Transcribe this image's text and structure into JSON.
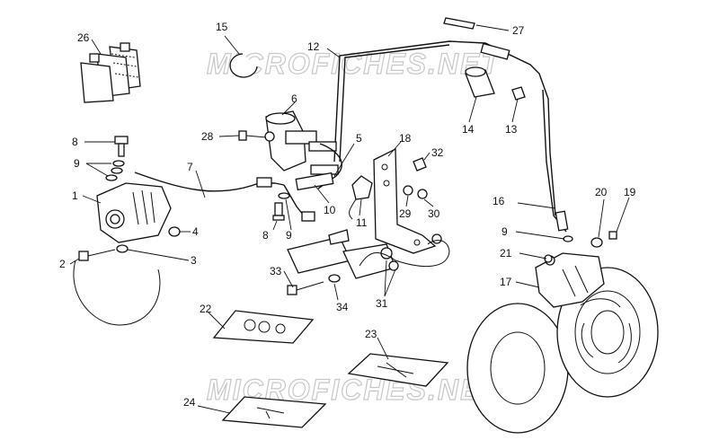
{
  "watermark": {
    "top": "MICROFICHES.NET",
    "bottom": "MICROFICHES.NET"
  },
  "callouts": {
    "c1": "1",
    "c2": "2",
    "c3": "3",
    "c4": "4",
    "c5": "5",
    "c6": "6",
    "c7": "7",
    "c8a": "8",
    "c8b": "8",
    "c9a": "9",
    "c9b": "9",
    "c9c": "9",
    "c10": "10",
    "c11": "11",
    "c12": "12",
    "c13": "13",
    "c14": "14",
    "c15": "15",
    "c16": "16",
    "c17": "17",
    "c18": "18",
    "c19": "19",
    "c20": "20",
    "c21": "21",
    "c22": "22",
    "c23": "23",
    "c24": "24",
    "c26": "26",
    "c27": "27",
    "c28": "28",
    "c29": "29",
    "c30": "30",
    "c31": "31",
    "c32": "32",
    "c33": "33",
    "c34": "34"
  }
}
